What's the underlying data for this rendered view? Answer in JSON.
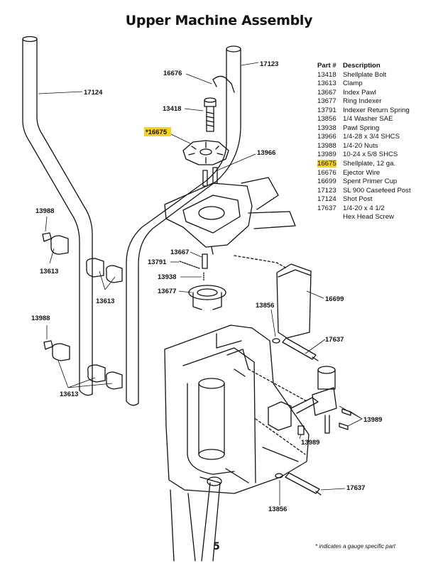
{
  "title": "Upper Machine Assembly",
  "table": {
    "headers": {
      "part": "Part #",
      "description": "Description"
    },
    "rows": [
      {
        "part": "13418",
        "description": "Shellplate Bolt",
        "highlighted": false
      },
      {
        "part": "13613",
        "description": "Clamp",
        "highlighted": false
      },
      {
        "part": "13667",
        "description": "Index Pawl",
        "highlighted": false
      },
      {
        "part": "13677",
        "description": "Ring Indexer",
        "highlighted": false
      },
      {
        "part": "13791",
        "description": "Indexer Return Spring",
        "highlighted": false
      },
      {
        "part": "13856",
        "description": "1/4 Washer SAE",
        "highlighted": false
      },
      {
        "part": "13938",
        "description": "Pawl Spring",
        "highlighted": false
      },
      {
        "part": "13966",
        "description": "1/4-28 x 3/4 SHCS",
        "highlighted": false
      },
      {
        "part": "13988",
        "description": "1/4-20 Nuts",
        "highlighted": false
      },
      {
        "part": "13989",
        "description": "10-24 x 5/8 SHCS",
        "highlighted": false
      },
      {
        "part": "16675",
        "description": "Shellplate, 12 ga.",
        "highlighted": true
      },
      {
        "part": "16676",
        "description": "Ejector Wire",
        "highlighted": false
      },
      {
        "part": "16699",
        "description": "Spent Primer Cup",
        "highlighted": false
      },
      {
        "part": "17123",
        "description": "SL 900 Casefeed Post",
        "highlighted": false
      },
      {
        "part": "17124",
        "description": "Shot Post",
        "highlighted": false
      },
      {
        "part": "17637",
        "description": "1/4-20 x 4 1/2",
        "highlighted": false
      },
      {
        "part": "",
        "description": "Hex Head Screw",
        "highlighted": false
      }
    ]
  },
  "callouts": {
    "c17123": "17123",
    "c16676": "16676",
    "c17124": "17124",
    "c13418": "13418",
    "c16675": "*16675",
    "c13966": "13966",
    "c13988a": "13988",
    "c13613a": "13613",
    "c13613b": "13613",
    "c13667": "13667",
    "c13791": "13791",
    "c13938": "13938",
    "c13677": "13677",
    "c13856a": "13856",
    "c16699": "16699",
    "c13988b": "13988",
    "c17637a": "17637",
    "c13613c": "13613",
    "c13989a": "13989",
    "c13989b": "13989",
    "c17637b": "17637",
    "c13856b": "13856"
  },
  "highlight_color": "#f5d21f",
  "page_number": "5",
  "footnote": "* indicates a gauge specific part"
}
